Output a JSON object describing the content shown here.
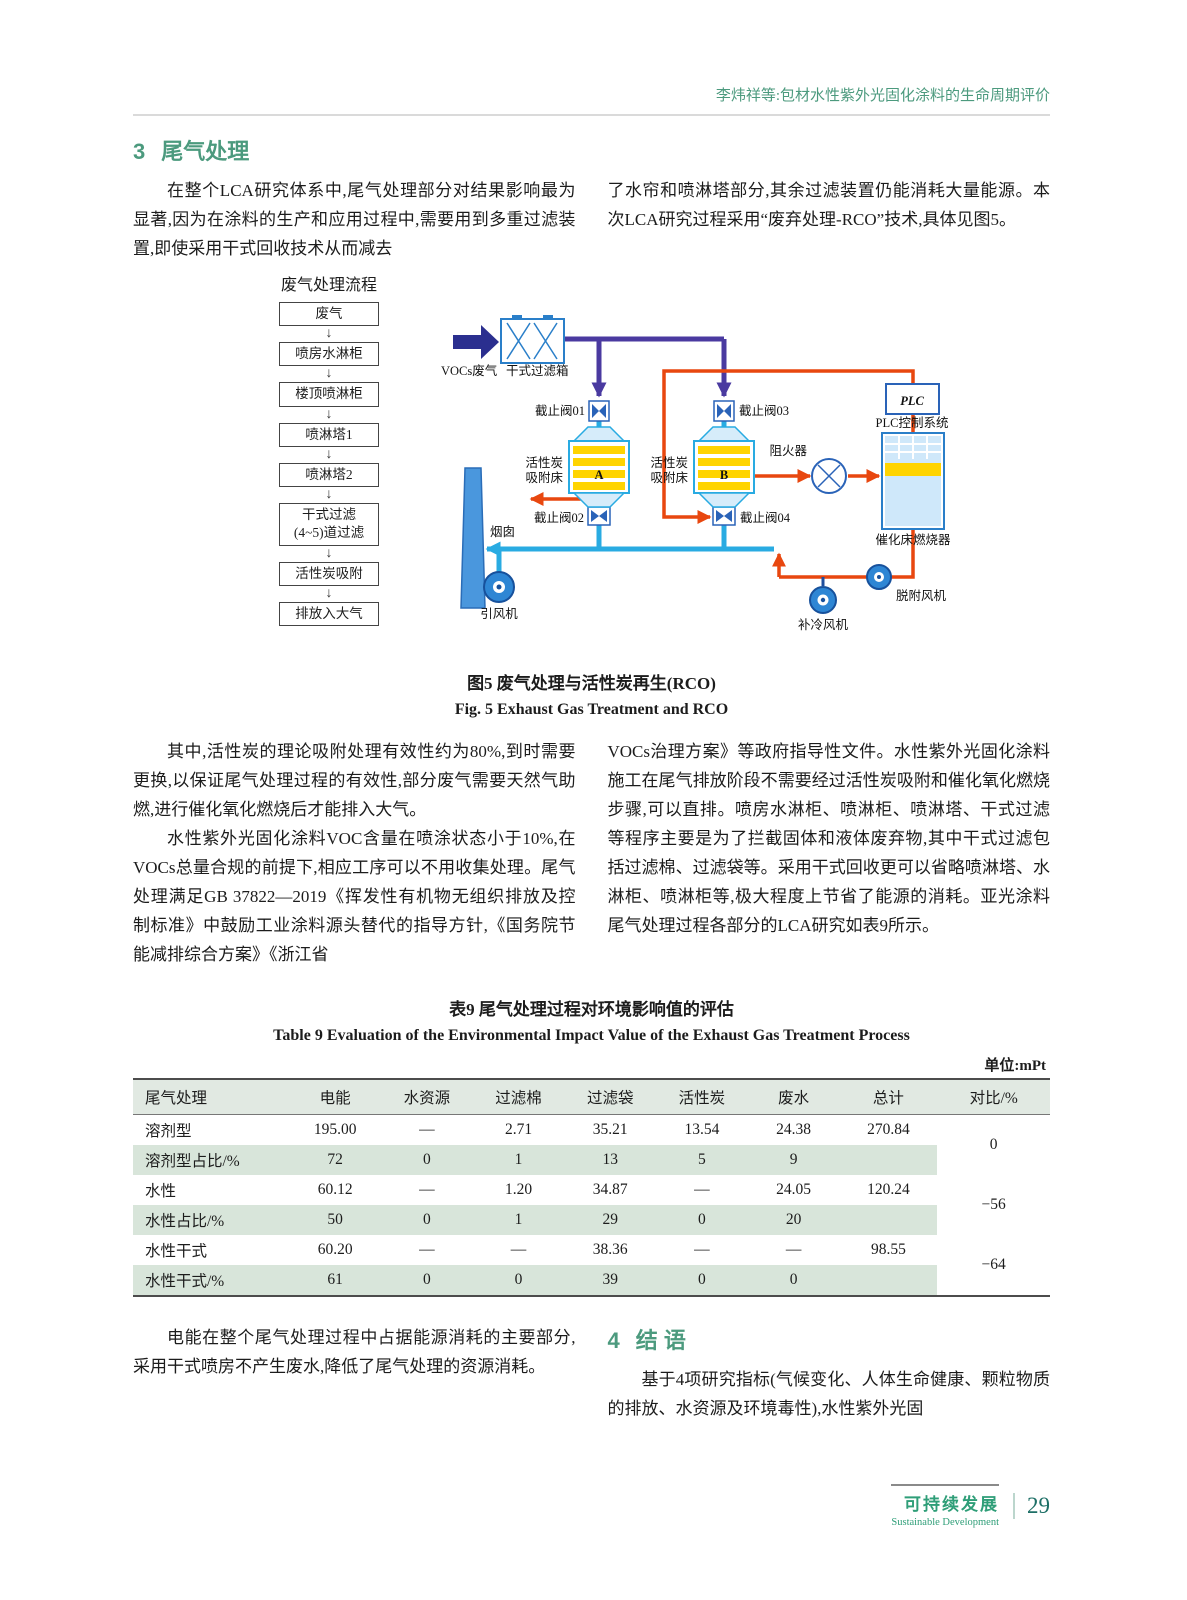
{
  "colors": {
    "heading_green": "#4c9a7e",
    "table_shade": "#d8e5da",
    "diagram_red": "#e8470f",
    "diagram_cyan": "#29abe2",
    "diagram_purple": "#4a3aa0",
    "diagram_blue": "#1f4f9e",
    "diagram_yellow": "#ffd400"
  },
  "header": {
    "running_title": "李炜祥等:包材水性紫外光固化涂料的生命周期评价"
  },
  "section3": {
    "number": "3",
    "title": "尾气处理",
    "col_left": "在整个LCA研究体系中,尾气处理部分对结果影响最为显著,因为在涂料的生产和应用过程中,需要用到多重过滤装置,即使采用干式回收技术从而减去",
    "col_right": "了水帘和喷淋塔部分,其余过滤装置仍能消耗大量能源。本次LCA研究过程采用“废弃处理-RCO”技术,具体见图5。"
  },
  "figure5": {
    "flow_title": "废气处理流程",
    "flow_steps": [
      "废气",
      "喷房水淋柜",
      "楼顶喷淋柜",
      "喷淋塔1",
      "喷淋塔2",
      "干式过滤\n(4~5)道过滤",
      "活性炭吸附",
      "排放入大气"
    ],
    "labels": {
      "vocs": "VOCs废气",
      "dry_filter": "干式过滤箱",
      "valve01": "截止阀01",
      "valve02": "截止阀02",
      "valve03": "截止阀03",
      "valve04": "截止阀04",
      "bed_label_line1": "活性炭",
      "bed_label_line2": "吸附床",
      "bed_a": "A",
      "bed_b": "B",
      "flame_arrester": "阻火器",
      "plc": "PLC",
      "plc_system": "PLC控制系统",
      "burner": "催化床燃烧器",
      "chimney": "烟囱",
      "induced_fan": "引风机",
      "cooling_fan": "补冷风机",
      "desorption_fan": "脱附风机"
    },
    "caption_cn": "图5  废气处理与活性炭再生(RCO)",
    "caption_en": "Fig. 5  Exhaust Gas Treatment and RCO"
  },
  "mid": {
    "left_p1": "其中,活性炭的理论吸附处理有效性约为80%,到时需要更换,以保证尾气处理过程的有效性,部分废气需要天然气助燃,进行催化氧化燃烧后才能排入大气。",
    "left_p2": "水性紫外光固化涂料VOC含量在喷涂状态小于10%,在VOCs总量合规的前提下,相应工序可以不用收集处理。尾气处理满足GB 37822—2019《挥发性有机物无组织排放及控制标准》中鼓励工业涂料源头替代的指导方针,《国务院节能减排综合方案》《浙江省",
    "right_p": "VOCs治理方案》等政府指导性文件。水性紫外光固化涂料施工在尾气排放阶段不需要经过活性炭吸附和催化氧化燃烧步骤,可以直排。喷房水淋柜、喷淋柜、喷淋塔、干式过滤等程序主要是为了拦截固体和液体废弃物,其中干式过滤包括过滤棉、过滤袋等。采用干式回收更可以省略喷淋塔、水淋柜、喷淋柜等,极大程度上节省了能源的消耗。亚光涂料尾气处理过程各部分的LCA研究如表9所示。"
  },
  "table9": {
    "caption_cn": "表9  尾气处理过程对环境影响值的评估",
    "caption_en": "Table 9   Evaluation of the Environmental Impact Value of the Exhaust Gas Treatment Process",
    "unit": "单位:mPt",
    "headers": [
      "尾气处理",
      "电能",
      "水资源",
      "过滤棉",
      "过滤袋",
      "活性炭",
      "废水",
      "总计",
      "对比/%"
    ],
    "rows": [
      {
        "cells": [
          "溶剂型",
          "195.00",
          "—",
          "2.71",
          "35.21",
          "13.54",
          "24.38",
          "270.84"
        ],
        "compare": "0"
      },
      {
        "cells": [
          "溶剂型占比/%",
          "72",
          "0",
          "1",
          "13",
          "5",
          "9",
          ""
        ]
      },
      {
        "cells": [
          "水性",
          "60.12",
          "—",
          "1.20",
          "34.87",
          "—",
          "24.05",
          "120.24"
        ],
        "compare": "−56"
      },
      {
        "cells": [
          "水性占比/%",
          "50",
          "0",
          "1",
          "29",
          "0",
          "20",
          ""
        ]
      },
      {
        "cells": [
          "水性干式",
          "60.20",
          "—",
          "—",
          "38.36",
          "—",
          "—",
          "98.55"
        ],
        "compare": "−64"
      },
      {
        "cells": [
          "水性干式/%",
          "61",
          "0",
          "0",
          "39",
          "0",
          "0",
          ""
        ]
      }
    ]
  },
  "bottom": {
    "left_p": "电能在整个尾气处理过程中占据能源消耗的主要部分,采用干式喷房不产生废水,降低了尾气处理的资源消耗。"
  },
  "section4": {
    "number": "4",
    "title": "结  语",
    "p": "基于4项研究指标(气候变化、人体生命健康、颗粒物质的排放、水资源及环境毒性),水性紫外光固"
  },
  "footer": {
    "journal_cn": "可持续发展",
    "journal_en": "Sustainable Development",
    "page_number": "29"
  }
}
